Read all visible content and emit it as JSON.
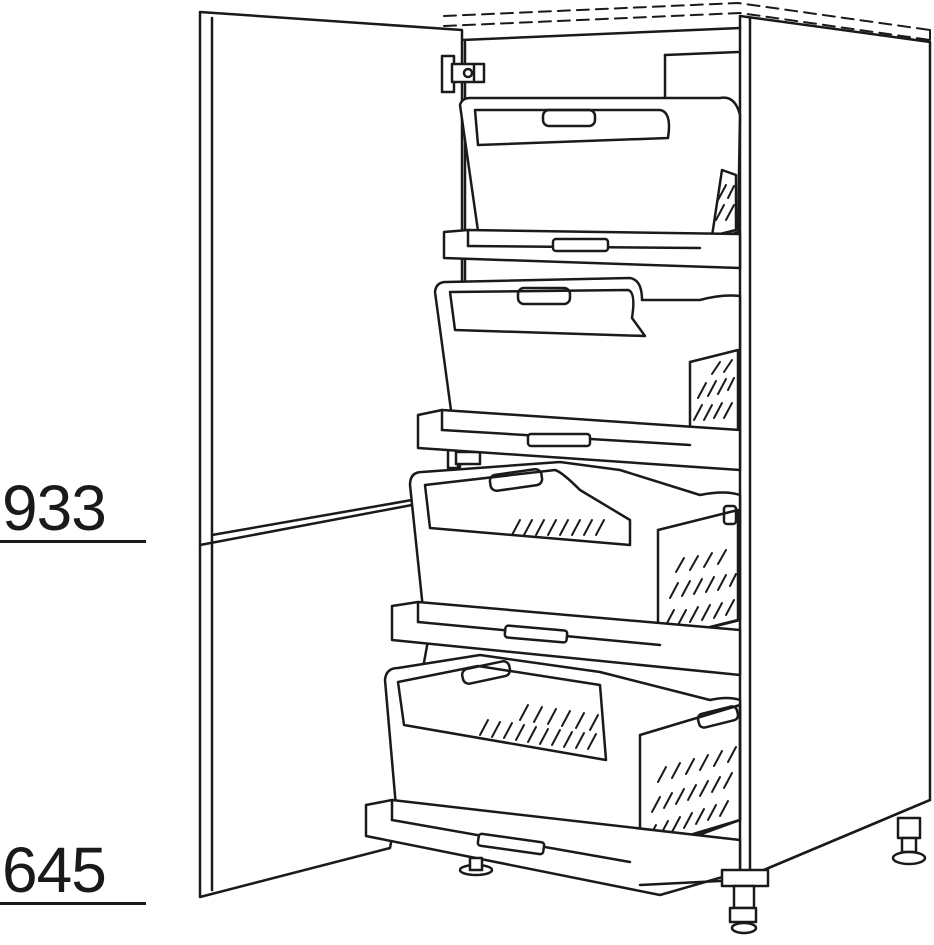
{
  "dimensions": {
    "upper": "933",
    "lower": "645"
  },
  "colors": {
    "stroke": "#1a1a1a",
    "fill": "#ffffff"
  },
  "drawer_count": 4
}
